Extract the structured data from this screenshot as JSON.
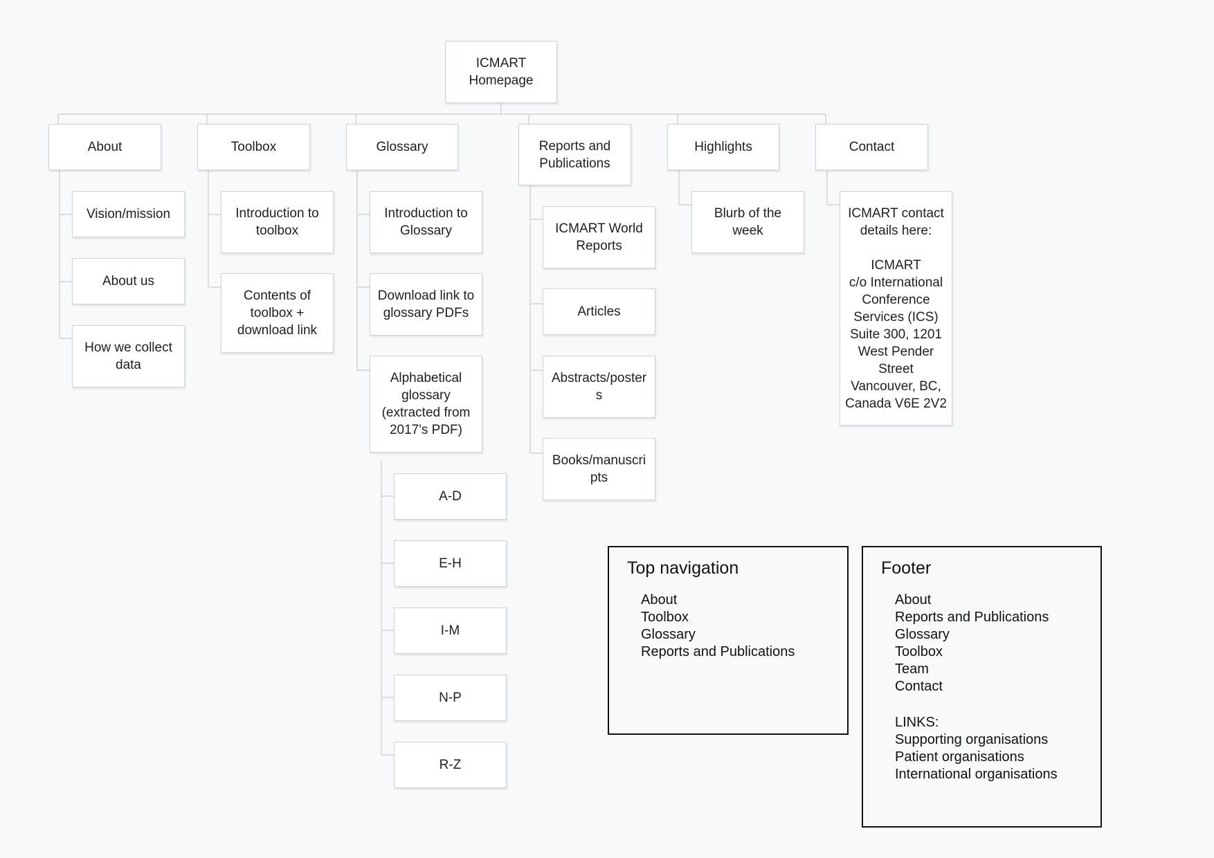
{
  "root": {
    "label": "ICMART\nHomepage"
  },
  "branches": [
    {
      "label": "About",
      "children": [
        {
          "label": "Vision/mission"
        },
        {
          "label": "About us"
        },
        {
          "label": "How we collect\ndata"
        }
      ]
    },
    {
      "label": "Toolbox",
      "children": [
        {
          "label": "Introduction to\ntoolbox"
        },
        {
          "label": "Contents of\ntoolbox +\ndownload link"
        }
      ]
    },
    {
      "label": "Glossary",
      "children": [
        {
          "label": "Introduction to\nGlossary"
        },
        {
          "label": "Download link to\nglossary PDFs"
        },
        {
          "label": "Alphabetical\nglossary\n(extracted from\n2017's PDF)",
          "children": [
            {
              "label": "A-D"
            },
            {
              "label": "E-H"
            },
            {
              "label": "I-M"
            },
            {
              "label": "N-P"
            },
            {
              "label": "R-Z"
            }
          ]
        }
      ]
    },
    {
      "label": "Reports and\nPublications",
      "children": [
        {
          "label": "ICMART World\nReports"
        },
        {
          "label": "Articles"
        },
        {
          "label": "Abstracts/poster\ns"
        },
        {
          "label": "Books/manuscri\npts"
        }
      ]
    },
    {
      "label": "Highlights",
      "children": [
        {
          "label": "Blurb of the\nweek"
        }
      ]
    },
    {
      "label": "Contact",
      "children": [
        {
          "label": "ICMART contact\ndetails here:\n\nICMART\nc/o International\nConference\nServices (ICS)\nSuite 300, 1201\nWest Pender\nStreet\nVancouver, BC,\nCanada V6E 2V2"
        }
      ]
    }
  ],
  "top_navigation": {
    "title": "Top navigation",
    "items": [
      "About",
      "Toolbox",
      "Glossary",
      "Reports and Publications"
    ]
  },
  "footer": {
    "title": "Footer",
    "items": [
      "About",
      "Reports and Publications",
      "Glossary",
      "Toolbox",
      "Team",
      "Contact"
    ],
    "links_heading": "LINKS:",
    "links": [
      "Supporting organisations",
      "Patient organisations",
      "International organisations"
    ]
  },
  "colors": {
    "background": "#f8f9fb",
    "node_fill": "#ffffff",
    "node_border": "#cfd2d6",
    "connector": "#c9ccd0",
    "panel_border": "#111111"
  }
}
